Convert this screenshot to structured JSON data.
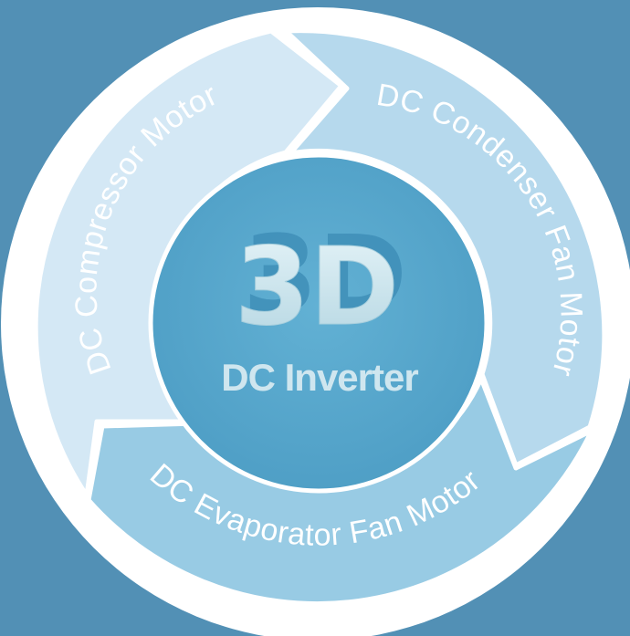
{
  "background_color": "#5290b5",
  "ring": {
    "outer_color": "#ffffff",
    "segments": [
      {
        "label": "DC Compressor Motor",
        "color": "#d4e8f5"
      },
      {
        "label": "DC Condenser Fan Motor",
        "color": "#b6d9ed"
      },
      {
        "label": "DC Evaporator Fan Motor",
        "color": "#98cbe4"
      }
    ]
  },
  "center": {
    "color": "#5aa9cd",
    "logo_main": "3D",
    "logo_sub": "DC Inverter",
    "logo_color": "#cfe6ef"
  }
}
